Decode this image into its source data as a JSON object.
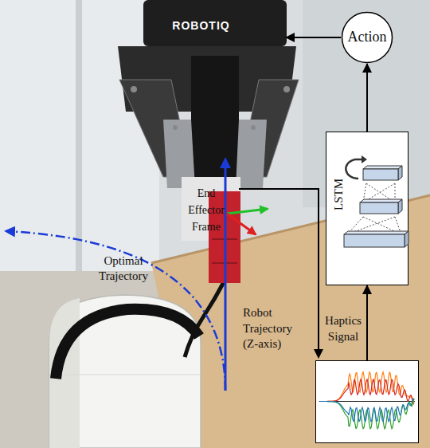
{
  "diagram": {
    "nodes": [
      {
        "text": [
          "Action"
        ]
      },
      {
        "text": [
          "LSTM"
        ]
      },
      {
        "text": [
          "Haptics Signal"
        ]
      }
    ],
    "edges": [
      {
        "from": 2,
        "to": 1,
        "arrow": "to"
      },
      {
        "from": 1,
        "to": 0,
        "arrow": "to"
      }
    ],
    "labels": [
      "ROBOTIQ",
      "End Effector Frame",
      "Optimal Trajectory",
      "Robot Trajectory (Z-axis)"
    ]
  }
}
